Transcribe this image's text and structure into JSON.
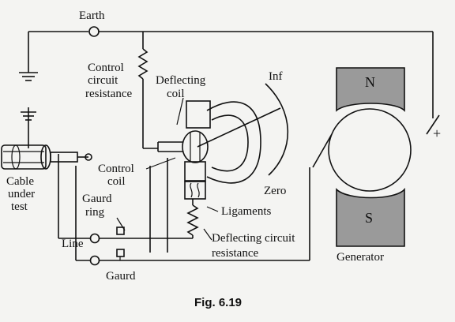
{
  "labels": {
    "earth": "Earth",
    "control_res_1": "Control",
    "control_res_2": "circuit",
    "control_res_3": "resistance",
    "deflecting_coil_1": "Deflecting",
    "deflecting_coil_2": "coil",
    "inf": "Inf",
    "zero": "Zero",
    "control_coil_1": "Control",
    "control_coil_2": "coil",
    "cable_1": "Cable",
    "cable_2": "under",
    "cable_3": "test",
    "guard_ring_1": "Gaurd",
    "guard_ring_2": "ring",
    "ligaments": "Ligaments",
    "deflect_res_1": "Deflecting circuit",
    "deflect_res_2": "resistance",
    "line": "Line",
    "guard": "Gaurd",
    "generator": "Generator",
    "pole_n": "N",
    "pole_s": "S",
    "plus": "+",
    "caption": "Fig.  6.19"
  },
  "colors": {
    "pole_fill": "#9a9a9a",
    "ink": "#111111",
    "background": "#f4f4f2"
  }
}
